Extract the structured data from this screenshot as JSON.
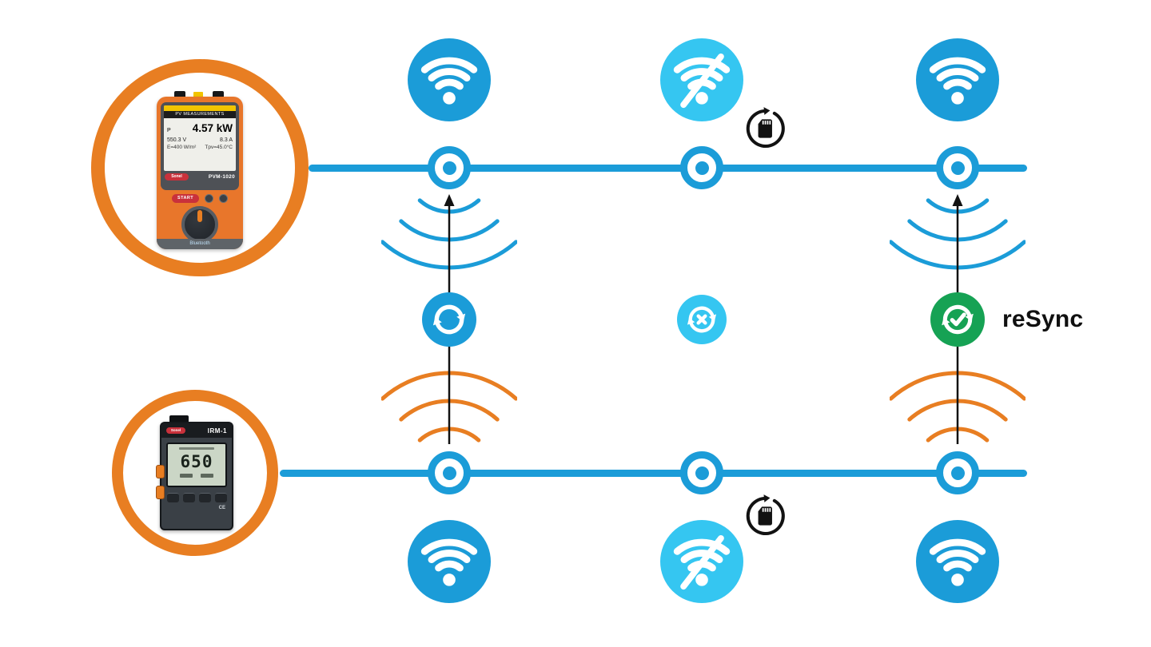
{
  "labels": {
    "resync": "reSync"
  },
  "colors": {
    "primary_blue": "#1B9CD8",
    "light_blue": "#35C6F1",
    "green": "#16A254",
    "orange": "#E87E22",
    "ink": "#121212"
  },
  "icons": {
    "wifi_connected": "wifi-icon",
    "wifi_disconnected": "wifi-off-icon",
    "sync_in_progress": "sync-arrows-icon",
    "sync_failed": "sync-error-icon",
    "resync_success": "sync-check-icon",
    "sd_card_transfer": "sd-card-refresh-icon",
    "radio_waves_blue": "radio-waves-down-icon",
    "radio_waves_orange": "radio-waves-up-icon"
  },
  "pvm_device": {
    "brand": "Sonel",
    "model": "PVM-1020",
    "screen": {
      "header": "PV MEASUREMENTS",
      "power_label": "P",
      "power": "4.57 kW",
      "voltage": "550.3 V",
      "current": "8.3 A",
      "irradiance": "E=400 W/m²",
      "temperature": "Tpv=45.0°C"
    },
    "start_button": "START",
    "footer": "Bluetooth"
  },
  "irm_device": {
    "brand": "Sonel",
    "model": "IRM-1",
    "screen": {
      "value": "650"
    },
    "ce_mark": "CE"
  }
}
